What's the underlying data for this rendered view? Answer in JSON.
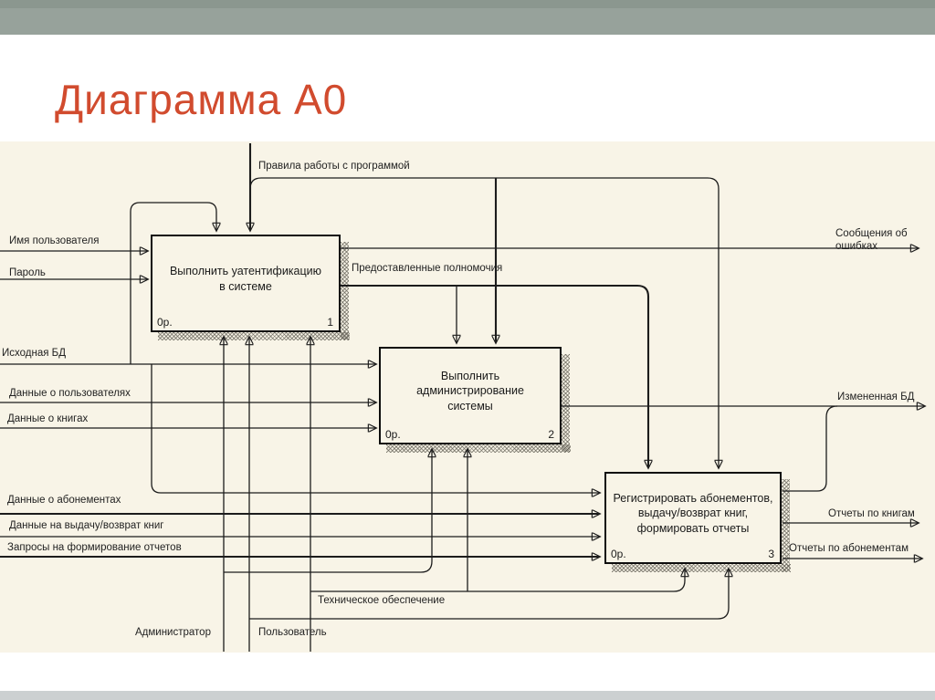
{
  "header": {
    "title": "Диаграмма А0"
  },
  "diagram": {
    "boxes": [
      {
        "title": [
          "Выполнить уатентификацию",
          "в системе"
        ],
        "cost": "0р.",
        "number": "1"
      },
      {
        "title": [
          "Выполнить",
          "администрирование",
          "системы"
        ],
        "cost": "0р.",
        "number": "2"
      },
      {
        "title": [
          "Регистрировать абонементов,",
          "выдачу/возврат книг,",
          "формировать отчеты"
        ],
        "cost": "0р.",
        "number": "3"
      }
    ],
    "flows": {
      "rules": "Правила работы с программой",
      "username": "Имя пользователя",
      "password": "Пароль",
      "source_db": "Исходная БД",
      "users_data": "Данные о пользователях",
      "books_data": "Данные о книгах",
      "subscriptions_data": "Данные о абонементах",
      "issue_return_data": "Данные на выдачу/возврат книг",
      "report_requests": "Запросы на формирование отчетов",
      "granted_permissions": "Предоставленные полномочия",
      "error_messages": [
        "Сообщения об",
        "ошибках"
      ],
      "changed_db": "Измененная БД",
      "reports_books": "Отчеты по книгам",
      "reports_subscriptions": "Отчеты по абонементам",
      "technical_support": "Техническое обеспечение",
      "administrator": "Администратор",
      "user": "Пользователь"
    }
  },
  "colors": {
    "title_accent": "#d14b2e",
    "top_bar": "#97a29b",
    "canvas_background": "#f8f4e7",
    "line": "#1c1c1c",
    "bottom_strip": "#ccd0d1"
  }
}
